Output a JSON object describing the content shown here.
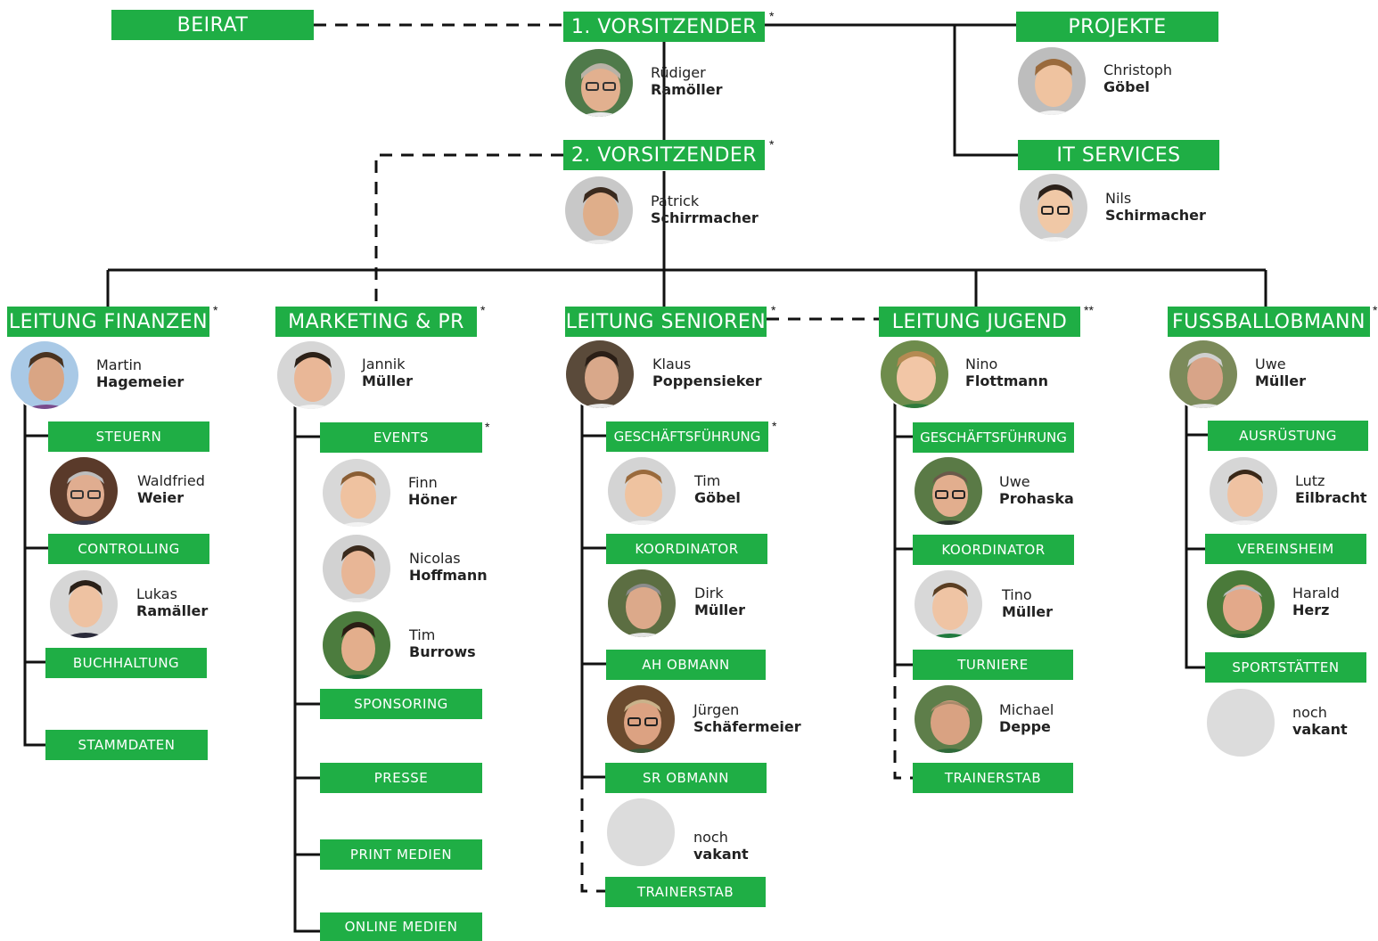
{
  "colors": {
    "box_green": "#1fae45",
    "line": "#111111",
    "vacant": "#dcdcdc"
  },
  "boxes": {
    "beirat": "BEIRAT",
    "vors1": "1. VORSITZENDER",
    "projekte": "PROJEKTE",
    "vors2": "2. VORSITZENDER",
    "it": "IT SERVICES",
    "finanzen": "LEITUNG FINANZEN",
    "marketing": "MARKETING & PR",
    "senioren": "LEITUNG SENIOREN",
    "jugend": "LEITUNG JUGEND",
    "fussball": "FUSSBALLOBMANN",
    "steuern": "STEUERN",
    "controlling": "CONTROLLING",
    "buchhaltung": "BUCHHALTUNG",
    "stammdaten": "STAMMDATEN",
    "events": "EVENTS",
    "sponsoring": "SPONSORING",
    "presse": "PRESSE",
    "print": "PRINT MEDIEN",
    "online": "ONLINE MEDIEN",
    "gf_sen": "GESCHÄFTSFÜHRUNG",
    "koord_sen": "KOORDINATOR",
    "ah": "AH OBMANN",
    "sr": "SR OBMANN",
    "trainer_sen": "TRAINERSTAB",
    "gf_jug": "GESCHÄFTSFÜHRUNG",
    "koord_jug": "KOORDINATOR",
    "turniere": "TURNIERE",
    "trainer_jug": "TRAINERSTAB",
    "ausruestung": "AUSRÜSTUNG",
    "vereinsheim": "VEREINSHEIM",
    "sportstaetten": "SPORTSTÄTTEN"
  },
  "stars": {
    "vors1": "*",
    "vors2": "*",
    "finanzen": "*",
    "marketing": "*",
    "senioren": "*",
    "jugend": "**",
    "fussball": "*",
    "events": "*",
    "gf_sen": "*"
  },
  "people": {
    "ramoeller_r": {
      "first": "Rüdiger",
      "last": "Ramöller"
    },
    "goebel_c": {
      "first": "Christoph",
      "last": "Göbel"
    },
    "schirrmacher_p": {
      "first": "Patrick",
      "last": "Schirrmacher"
    },
    "schirmacher_n": {
      "first": "Nils",
      "last": "Schirmacher"
    },
    "hagemeier": {
      "first": "Martin",
      "last": "Hagemeier"
    },
    "mueller_j": {
      "first": "Jannik",
      "last": "Müller"
    },
    "poppensieker": {
      "first": "Klaus",
      "last": "Poppensieker"
    },
    "flottmann": {
      "first": "Nino",
      "last": "Flottmann"
    },
    "mueller_u": {
      "first": "Uwe",
      "last": "Müller"
    },
    "weier": {
      "first": "Waldfried",
      "last": "Weier"
    },
    "ramaeller_l": {
      "first": "Lukas",
      "last": "Ramäller"
    },
    "hoener": {
      "first": "Finn",
      "last": "Höner"
    },
    "hoffmann": {
      "first": "Nicolas",
      "last": "Hoffmann"
    },
    "burrows": {
      "first": "Tim",
      "last": "Burrows"
    },
    "goebel_t": {
      "first": "Tim",
      "last": "Göbel"
    },
    "mueller_d": {
      "first": "Dirk",
      "last": "Müller"
    },
    "schaefermeier": {
      "first": "Jürgen",
      "last": "Schäfermeier"
    },
    "vakant_sen": {
      "first": "noch",
      "last": "vakant"
    },
    "prohaska": {
      "first": "Uwe",
      "last": "Prohaska"
    },
    "mueller_t": {
      "first": "Tino",
      "last": "Müller"
    },
    "deppe": {
      "first": "Michael",
      "last": "Deppe"
    },
    "eilbracht": {
      "first": "Lutz",
      "last": "Eilbracht"
    },
    "herz": {
      "first": "Harald",
      "last": "Herz"
    },
    "vakant_fb": {
      "first": "noch",
      "last": "vakant"
    }
  }
}
